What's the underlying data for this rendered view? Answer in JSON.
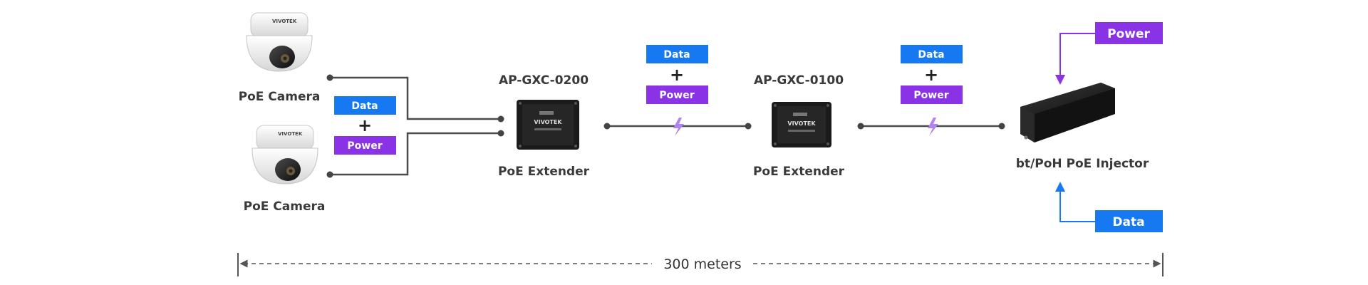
{
  "colors": {
    "data_blue": "#1679f1",
    "power_purple": "#8a33e6",
    "line_gray": "#4a4a4a",
    "label_text": "#3a3a3a",
    "device_black": "#1b1b1b",
    "camera_white": "#f2f2f2"
  },
  "cameras": [
    {
      "label": "PoE Camera"
    },
    {
      "label": "PoE Camera"
    }
  ],
  "camera_link": {
    "data_tag": "Data",
    "plus": "+",
    "power_tag": "Power"
  },
  "extenders": [
    {
      "model": "AP-GXC-0200",
      "label": "PoE Extender",
      "brand": "VIVOTEK"
    },
    {
      "model": "AP-GXC-0100",
      "label": "PoE Extender",
      "brand": "VIVOTEK"
    }
  ],
  "links": [
    {
      "data_tag": "Data",
      "plus": "+",
      "power_tag": "Power"
    },
    {
      "data_tag": "Data",
      "plus": "+",
      "power_tag": "Power"
    }
  ],
  "injector": {
    "label": "bt/PoH PoE Injector",
    "power_input": "Power",
    "data_input": "Data"
  },
  "distance": {
    "label": "300 meters"
  },
  "icons": {
    "camera": "dome-camera-icon",
    "extender": "poe-extender-icon",
    "injector": "poe-injector-icon",
    "bolt": "lightning-bolt-icon",
    "arrow": "arrow-icon"
  }
}
